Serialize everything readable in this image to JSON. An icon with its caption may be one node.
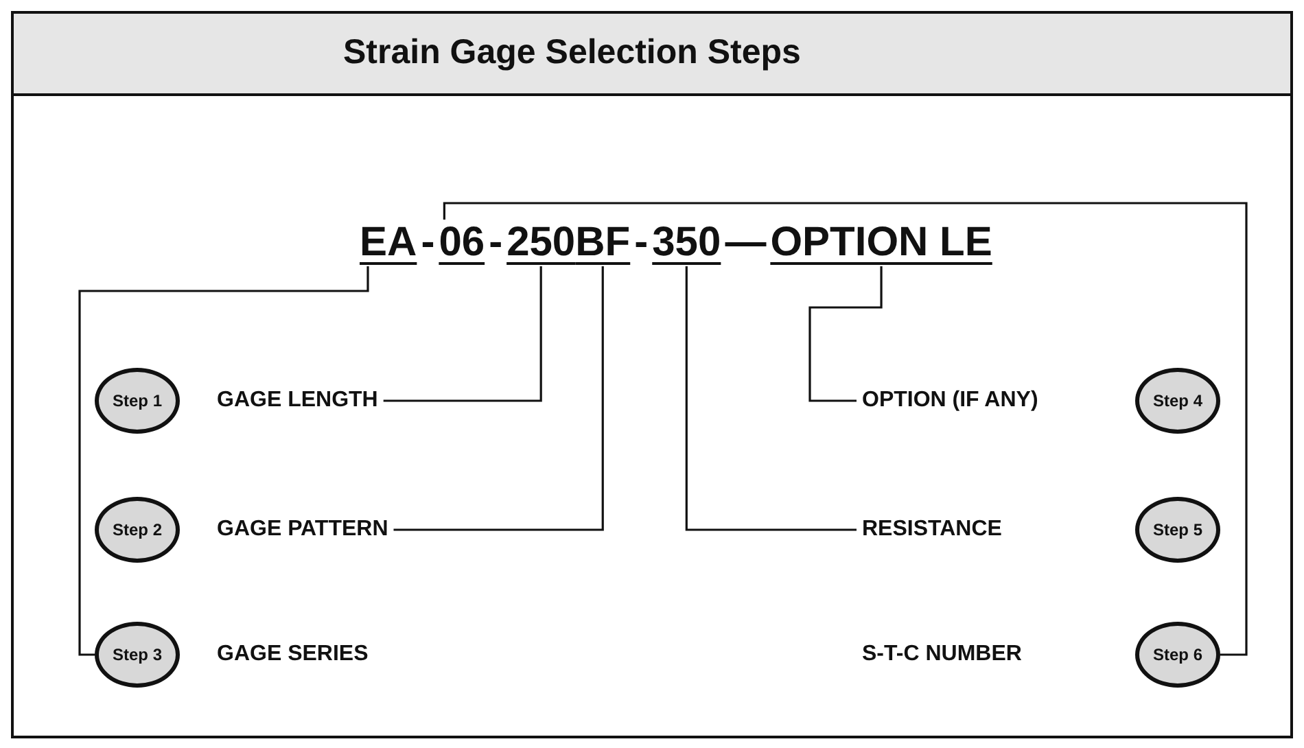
{
  "diagram": {
    "title": "Strain Gage Selection Steps",
    "nodes": [
      {
        "text": [
          "EA"
        ]
      },
      {
        "text": [
          "06"
        ]
      },
      {
        "text": [
          "250"
        ]
      },
      {
        "text": [
          "BF"
        ]
      },
      {
        "text": [
          "350"
        ]
      },
      {
        "text": [
          "OPTION LE"
        ]
      },
      {
        "text": [
          "Step 1"
        ]
      },
      {
        "text": [
          "GAGE LENGTH"
        ]
      },
      {
        "text": [
          "Step 2"
        ]
      },
      {
        "text": [
          "GAGE PATTERN"
        ]
      },
      {
        "text": [
          "Step 3"
        ]
      },
      {
        "text": [
          "OPTION (IF ANY)"
        ]
      },
      {
        "text": [
          "Step 4"
        ]
      },
      {
        "text": [
          "RESISTANCE"
        ]
      },
      {
        "text": [
          "Step 5"
        ]
      },
      {
        "text": [
          "Step 6"
        ]
      }
    ],
    "edges": [
      {
        "from": 0,
        "to": 10,
        "arrow": "none"
      },
      {
        "from": 2,
        "to": 7,
        "arrow": "none"
      },
      {
        "from": 3,
        "to": 9,
        "arrow": "none"
      },
      {
        "from": 4,
        "to": 13,
        "arrow": "none"
      },
      {
        "from": 5,
        "to": 11,
        "arrow": "none"
      },
      {
        "from": 1,
        "to": 15,
        "arrow": "none"
      }
    ],
    "labels": [
      "-",
      "-",
      "-",
      "—",
      "GAGE SERIES",
      "S-T-C NUMBER"
    ]
  }
}
